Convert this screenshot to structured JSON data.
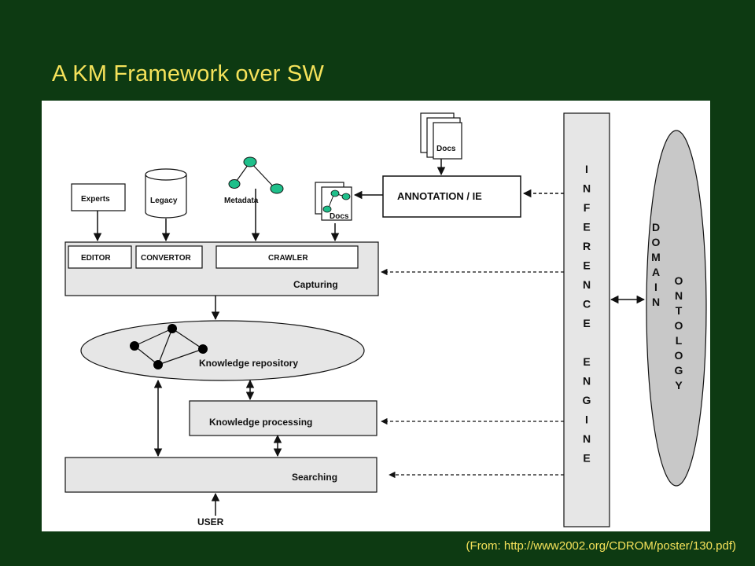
{
  "slide": {
    "title": "A KM Framework over SW",
    "source": "(From: http://www2002.org/CDROM/poster/130.pdf)"
  },
  "diagram": {
    "docs_top": "Docs",
    "annotation": "ANNOTATION / IE",
    "experts": "Experts",
    "legacy": "Legacy",
    "metadata": "Metadata",
    "docs_small": "Docs",
    "editor": "EDITOR",
    "convertor": "CONVERTOR",
    "crawler": "CRAWLER",
    "capturing": "Capturing",
    "knowledge_repository": "Knowledge repository",
    "knowledge_processing": "Knowledge processing",
    "searching": "Searching",
    "user": "USER",
    "inference_engine": [
      "I",
      "N",
      "F",
      "E",
      "R",
      "E",
      "N",
      "C",
      "E",
      "",
      "E",
      "N",
      "G",
      "I",
      "N",
      "E"
    ],
    "domain": [
      "D",
      "O",
      "M",
      "A",
      "I",
      "N"
    ],
    "ontology": [
      "O",
      "N",
      "T",
      "O",
      "L",
      "O",
      "G",
      "Y"
    ]
  }
}
